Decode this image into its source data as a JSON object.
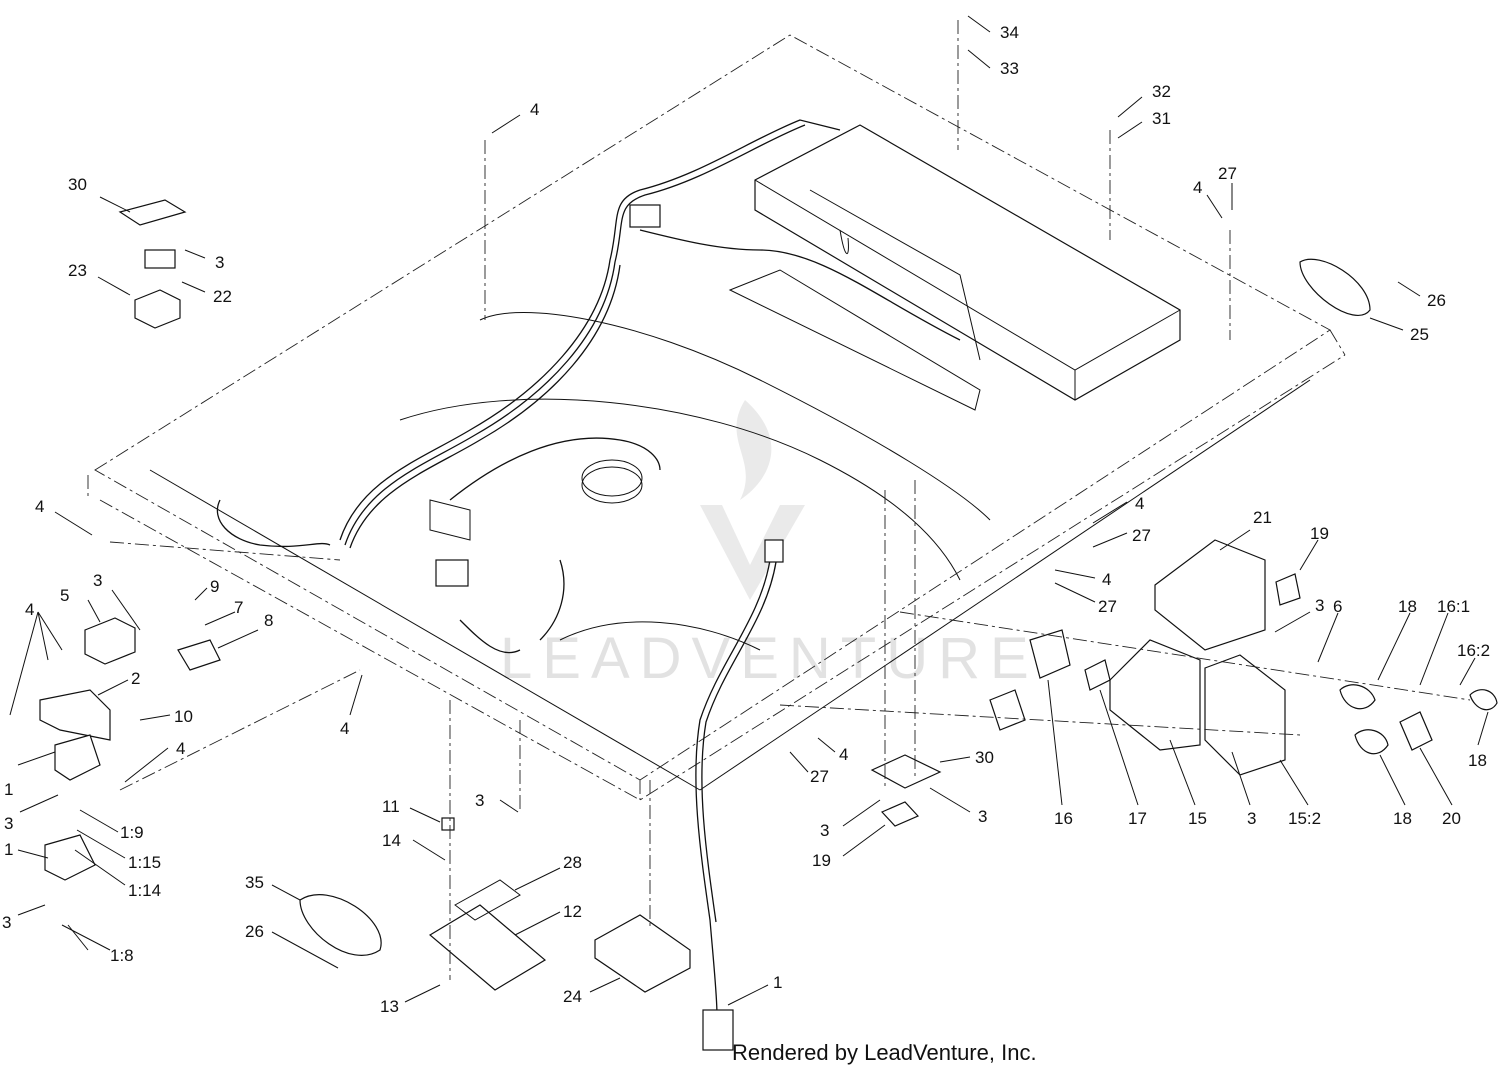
{
  "footer": {
    "credit": "Rendered by LeadVenture, Inc."
  },
  "watermark": {
    "text": "LEADVENTURE"
  },
  "callouts": [
    {
      "id": "c34",
      "label": "34"
    },
    {
      "id": "c33",
      "label": "33"
    },
    {
      "id": "c32",
      "label": "32"
    },
    {
      "id": "c31",
      "label": "31"
    },
    {
      "id": "c4a",
      "label": "4"
    },
    {
      "id": "c30a",
      "label": "30"
    },
    {
      "id": "c3a",
      "label": "3"
    },
    {
      "id": "c22",
      "label": "22"
    },
    {
      "id": "c23",
      "label": "23"
    },
    {
      "id": "c4b",
      "label": "4"
    },
    {
      "id": "c27a",
      "label": "27"
    },
    {
      "id": "c26a",
      "label": "26"
    },
    {
      "id": "c25",
      "label": "25"
    },
    {
      "id": "c4c",
      "label": "4"
    },
    {
      "id": "c4d",
      "label": "4"
    },
    {
      "id": "c27b",
      "label": "27"
    },
    {
      "id": "c4e",
      "label": "4"
    },
    {
      "id": "c27c",
      "label": "27"
    },
    {
      "id": "c21",
      "label": "21"
    },
    {
      "id": "c19a",
      "label": "19"
    },
    {
      "id": "c3b",
      "label": "3"
    },
    {
      "id": "c6",
      "label": "6"
    },
    {
      "id": "c18a",
      "label": "18"
    },
    {
      "id": "c16_1",
      "label": "16:1"
    },
    {
      "id": "c16_2",
      "label": "16:2"
    },
    {
      "id": "c18b",
      "label": "18"
    },
    {
      "id": "c5",
      "label": "5"
    },
    {
      "id": "c3c",
      "label": "3"
    },
    {
      "id": "c9",
      "label": "9"
    },
    {
      "id": "c7",
      "label": "7"
    },
    {
      "id": "c8",
      "label": "8"
    },
    {
      "id": "c4f",
      "label": "4"
    },
    {
      "id": "c2",
      "label": "2"
    },
    {
      "id": "c10",
      "label": "10"
    },
    {
      "id": "c4g",
      "label": "4"
    },
    {
      "id": "c4h",
      "label": "4"
    },
    {
      "id": "c1a",
      "label": "1"
    },
    {
      "id": "c3d",
      "label": "3"
    },
    {
      "id": "c1_9",
      "label": "1:9"
    },
    {
      "id": "c1_15",
      "label": "1:15"
    },
    {
      "id": "c1b",
      "label": "1"
    },
    {
      "id": "c1_14",
      "label": "1:14"
    },
    {
      "id": "c3e",
      "label": "3"
    },
    {
      "id": "c1_8",
      "label": "1:8"
    },
    {
      "id": "c11",
      "label": "11"
    },
    {
      "id": "c3f",
      "label": "3"
    },
    {
      "id": "c14",
      "label": "14"
    },
    {
      "id": "c28",
      "label": "28"
    },
    {
      "id": "c12",
      "label": "12"
    },
    {
      "id": "c35",
      "label": "35"
    },
    {
      "id": "c26b",
      "label": "26"
    },
    {
      "id": "c13",
      "label": "13"
    },
    {
      "id": "c24",
      "label": "24"
    },
    {
      "id": "c1c",
      "label": "1"
    },
    {
      "id": "c4i",
      "label": "4"
    },
    {
      "id": "c27d",
      "label": "27"
    },
    {
      "id": "c30b",
      "label": "30"
    },
    {
      "id": "c3g",
      "label": "3"
    },
    {
      "id": "c3h",
      "label": "3"
    },
    {
      "id": "c19b",
      "label": "19"
    },
    {
      "id": "c16",
      "label": "16"
    },
    {
      "id": "c17",
      "label": "17"
    },
    {
      "id": "c15",
      "label": "15"
    },
    {
      "id": "c3i",
      "label": "3"
    },
    {
      "id": "c15_2",
      "label": "15:2"
    },
    {
      "id": "c18c",
      "label": "18"
    },
    {
      "id": "c20",
      "label": "20"
    }
  ]
}
